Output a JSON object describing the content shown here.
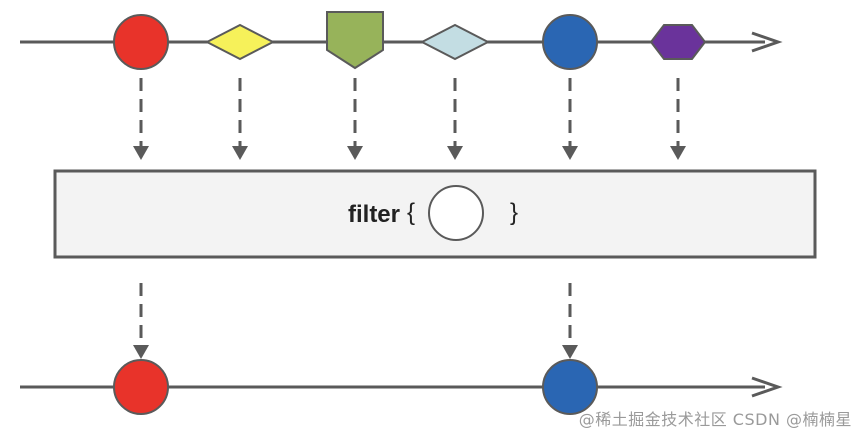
{
  "operator": {
    "name": "filter",
    "open_brace": "{",
    "close_brace": "}"
  },
  "watermark": "@稀土掘金技术社区 CSDN @楠楠星",
  "colors": {
    "line": "#5a5a5a",
    "box_fill": "#f3f3f3",
    "box_stroke": "#5a5a5a",
    "predicate_fill": "#ffffff"
  },
  "input_items": [
    {
      "shape": "circle",
      "fill": "#e8332a",
      "passes": true
    },
    {
      "shape": "diamond",
      "fill": "#f6f15a",
      "passes": false
    },
    {
      "shape": "pentagon",
      "fill": "#97b35a",
      "passes": false
    },
    {
      "shape": "diamond",
      "fill": "#c3dde3",
      "passes": false
    },
    {
      "shape": "circle",
      "fill": "#2a66b3",
      "passes": true
    },
    {
      "shape": "hexagon",
      "fill": "#6a339b",
      "passes": false
    }
  ]
}
